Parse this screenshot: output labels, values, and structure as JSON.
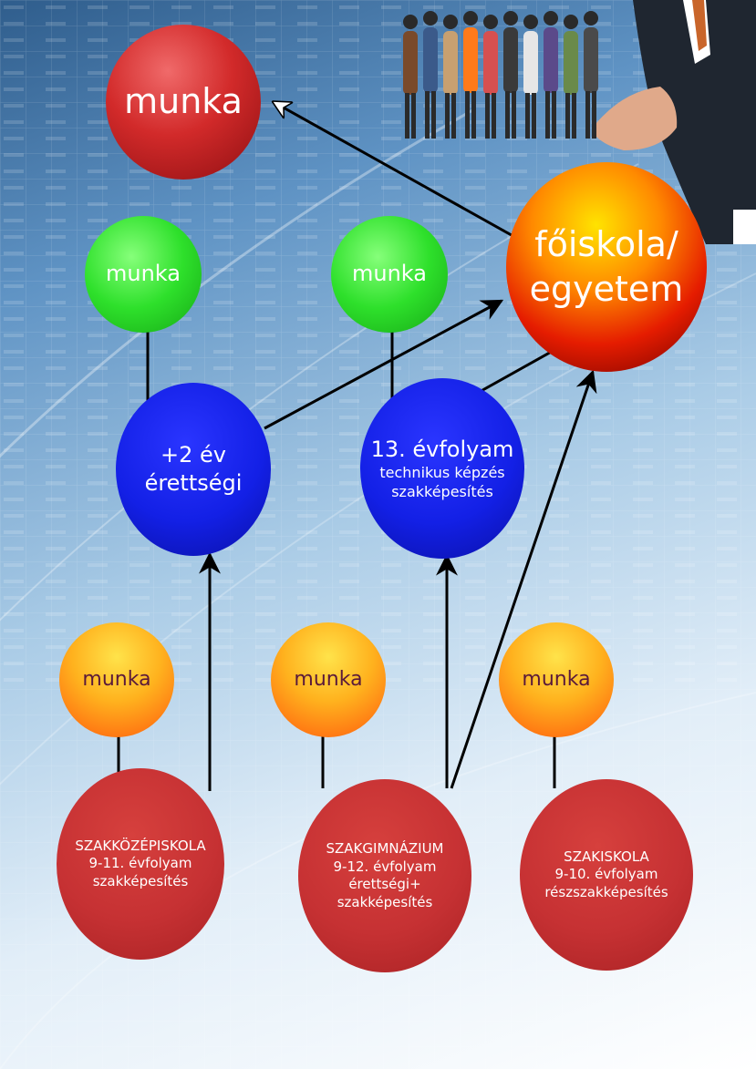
{
  "nodes": {
    "munka_top": "munka",
    "munka_green_left": "munka",
    "munka_green_mid": "munka",
    "foiskola": [
      "főiskola/",
      "egyetem"
    ],
    "erettsegi": [
      "+2 év",
      "érettségi"
    ],
    "evfolyam13": [
      "13. évfolyam",
      "technikus képzés",
      "szakképesítés"
    ],
    "munka_orange_left": "munka",
    "munka_orange_mid": "munka",
    "munka_orange_right": "munka",
    "szakkozep": [
      "SZAKKÖZÉPISKOLA",
      "9-11. évfolyam",
      "szakképesítés"
    ],
    "szakgimn": [
      "SZAKGIMNÁZIUM",
      "9-12. évfolyam",
      "érettségi+",
      "szakképesítés"
    ],
    "szakiskola": [
      "SZAKISKOLA",
      "9-10. évfolyam",
      "részszakképesítés"
    ]
  },
  "colors": {
    "red": "#cc2a2a",
    "green": "#2ee02b",
    "blue": "#1320e6",
    "orange": "#ffb21e",
    "crimson": "#c63133",
    "arrow": "#000000"
  }
}
